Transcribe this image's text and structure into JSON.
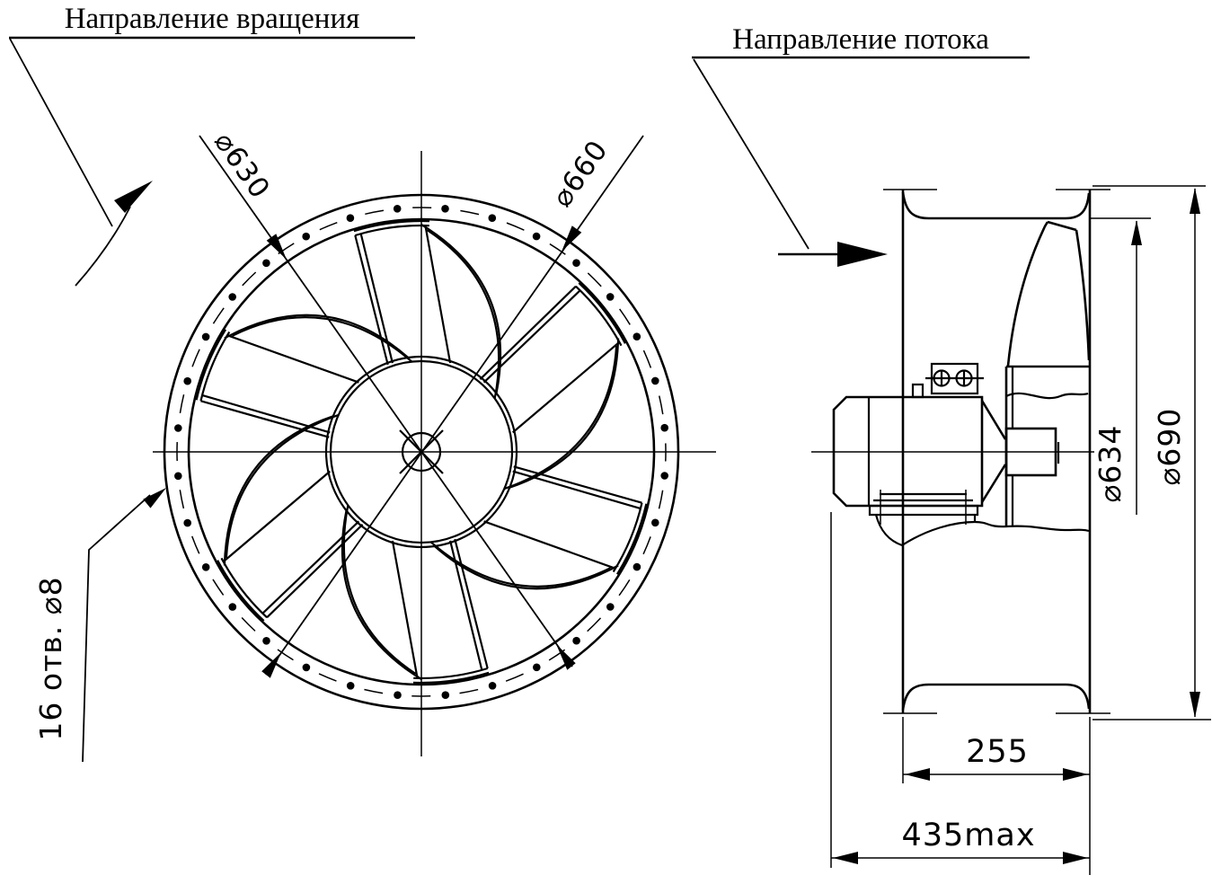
{
  "front_view": {
    "rotation_direction_label": "Направление вращения",
    "bore_diameter_label": "⌀630",
    "bolt_circle_diameter_label": "⌀660",
    "mounting_holes_label": "16 отв. ⌀8",
    "holes_count": 16,
    "hole_diameter_mm": 8,
    "bore_diameter_mm": 630,
    "bolt_circle_diameter_mm": 660
  },
  "side_view": {
    "flow_direction_label": "Направление потока",
    "impeller_diameter_label": "⌀634",
    "casing_diameter_label": "⌀690",
    "casing_depth_label": "255",
    "overall_length_label": "435max",
    "impeller_diameter_mm": 634,
    "casing_diameter_mm": 690,
    "casing_depth_mm": 255,
    "overall_length_mm": 435
  },
  "colors": {
    "line": "#000000",
    "background": "#ffffff"
  }
}
